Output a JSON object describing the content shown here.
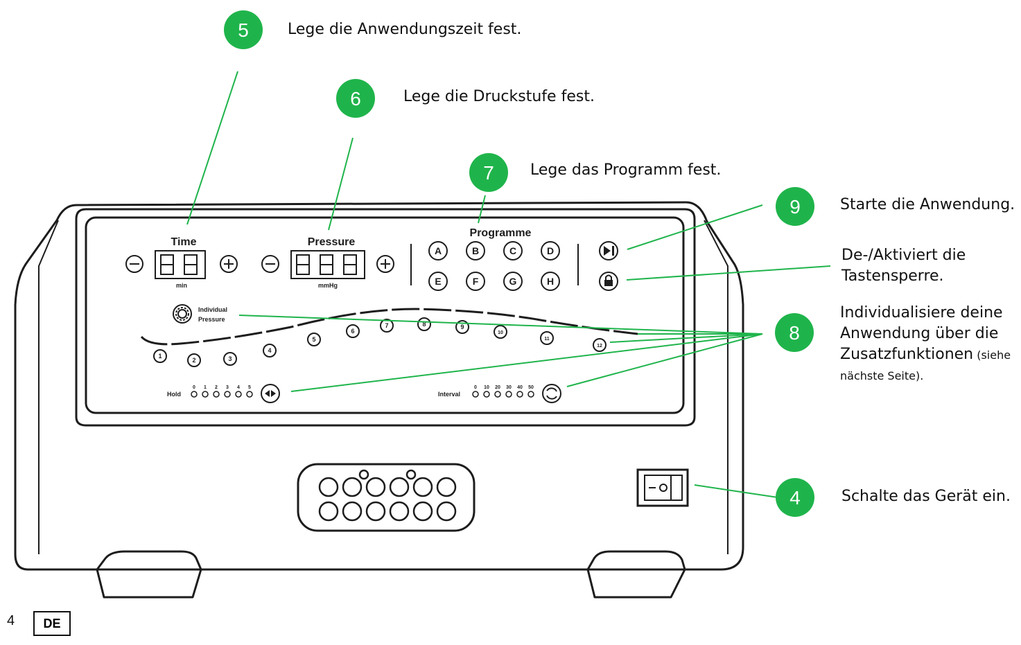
{
  "colors": {
    "accent": "#1fb44b",
    "line": "#1d1d1d",
    "badge_text": "#ffffff"
  },
  "callouts": [
    {
      "num": "5",
      "text": "Lege die Anwendungszeit fest."
    },
    {
      "num": "6",
      "text": "Lege die Druckstufe fest."
    },
    {
      "num": "7",
      "text": "Lege das Programm fest."
    },
    {
      "num": "9",
      "text": "Starte die Anwendung."
    },
    {
      "num": "",
      "line1": "De-/Aktiviert die",
      "line2": "Tastensperre."
    },
    {
      "num": "8",
      "line1": "Individualisiere deine",
      "line2": "Anwendung über die",
      "line3": "Zusatzfunktionen",
      "line3_small": " (siehe",
      "line4": "nächste Seite)."
    },
    {
      "num": "4",
      "text": "Schalte das Gerät ein."
    }
  ],
  "panel": {
    "time_label": "Time",
    "time_unit": "min",
    "pressure_label": "Pressure",
    "pressure_unit": "mmHg",
    "programme_label": "Programme",
    "programmes": [
      "A",
      "B",
      "C",
      "D",
      "E",
      "F",
      "G",
      "H"
    ],
    "individual_label_1": "Individual",
    "individual_label_2": "Pressure",
    "chambers": [
      "1",
      "2",
      "3",
      "4",
      "5",
      "6",
      "7",
      "8",
      "9",
      "10",
      "11",
      "12"
    ],
    "hold_label": "Hold",
    "hold_values": [
      "0",
      "1",
      "2",
      "3",
      "4",
      "5"
    ],
    "interval_label": "Interval",
    "interval_values": [
      "0",
      "10",
      "20",
      "30",
      "40",
      "50"
    ]
  },
  "page_number": "4",
  "language_badge": "DE",
  "icons": [
    "minus-icon",
    "plus-icon",
    "play-pause-icon",
    "lock-icon",
    "gear-icon",
    "arrows-icon",
    "refresh-icon",
    "power-switch-icon"
  ]
}
